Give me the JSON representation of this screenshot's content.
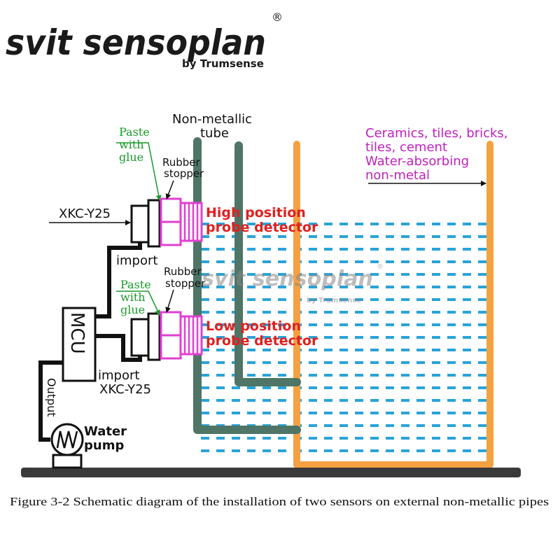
{
  "brand": {
    "name": "svit sensoplan",
    "registered": "®",
    "byline": "by Trumsense",
    "text_color": "#1a1a1a",
    "watermark_color": "#888888"
  },
  "labels": {
    "tube_line1": "Non-metallic",
    "tube_line2": "tube",
    "materials": [
      "Ceramics, tiles, bricks,",
      "tiles, cement",
      "Water-absorbing",
      "non-metal"
    ],
    "paste_glue_top": [
      "Paste",
      "with",
      "glue"
    ],
    "paste_glue_bottom": [
      "Paste",
      "with",
      "glue"
    ],
    "rubber_stopper_top": [
      "Rubber",
      "stopper"
    ],
    "rubber_stopper_bottom": [
      "Rubber",
      "stopper"
    ],
    "sensor_model_top": "XKC-Y25",
    "sensor_model_bottom": "XKC-Y25",
    "import_top": "import",
    "import_bottom": "import",
    "high_probe": [
      "High position",
      "probe detector"
    ],
    "low_probe": [
      "Low position",
      "probe detector"
    ],
    "mcu": "MCU",
    "output": "Output",
    "water_pump": [
      "Water",
      "pump"
    ]
  },
  "caption": "Figure 3-2 Schematic diagram of the installation of two sensors on external non-metallic pipes",
  "colors": {
    "tube": "#4e7566",
    "container": "#f5a142",
    "water": "#2aa3d8",
    "sensor_body": "#e040d0",
    "probe_text": "#e02020",
    "material_text": "#c020c0",
    "glue_text": "#1a9a2a",
    "ground": "#3a3a3a",
    "wire": "#111111"
  }
}
